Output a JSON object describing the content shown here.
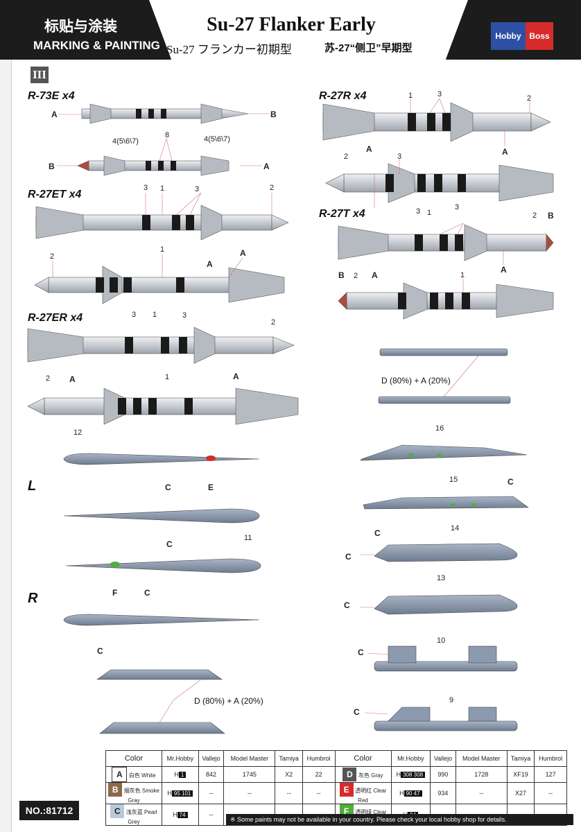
{
  "header": {
    "cn_title": "标贴与涂装",
    "en_title": "MARKING & PAINTING",
    "main_title": "Su-27 Flanker Early",
    "jp_subtitle": "Su-27 フランカー初期型",
    "cn_subtitle": "苏-27“侧卫”早期型",
    "logo_hobby": "Hobby",
    "logo_boss": "Boss"
  },
  "step": "III",
  "sections": {
    "r73e": "R-73E x4",
    "r27r": "R-27R x4",
    "r27et": "R-27ET x4",
    "r27t": "R-27T x4",
    "r27er": "R-27ER x4"
  },
  "sides": {
    "left": "L",
    "right": "R"
  },
  "mix_note": "D (80%) + A (20%)",
  "callouts": {
    "a": "A",
    "b": "B",
    "c": "C",
    "e": "E",
    "f": "F",
    "n1": "1",
    "n2": "2",
    "n3": "3",
    "n8": "8",
    "n45_67": "4(5\\6\\7)",
    "n9": "9",
    "n10": "10",
    "n11": "11",
    "n12": "12",
    "n13": "13",
    "n14": "14",
    "n15": "15",
    "n16": "16"
  },
  "table": {
    "headers": [
      "Color",
      "Mr.Hobby",
      "Vallejo",
      "Model Master",
      "Tamiya",
      "Humbrol"
    ],
    "rows_left": [
      {
        "letter": "A",
        "cn": "白色",
        "en": "White",
        "hobby_code": "1",
        "vallejo": "842",
        "model_master": "1745",
        "tamiya": "X2",
        "humbrol": "22",
        "swatch": "#ffffff"
      },
      {
        "letter": "B",
        "cn": "烟灰色",
        "en": "Smoke Gray",
        "hobby_code": "95 101",
        "vallejo": "--",
        "model_master": "--",
        "tamiya": "--",
        "humbrol": "--",
        "swatch": "#8b6a4a"
      },
      {
        "letter": "C",
        "cn": "浅灰蓝",
        "en": "Pearl Grey",
        "hobby_code": "74",
        "vallejo": "--",
        "model_master": "--",
        "tamiya": "--",
        "humbrol": "--",
        "swatch": "#b9c9d9"
      }
    ],
    "rows_right": [
      {
        "letter": "D",
        "cn": "灰色",
        "en": "Gray",
        "hobby_code": "308 308",
        "vallejo": "990",
        "model_master": "1728",
        "tamiya": "XF19",
        "humbrol": "127",
        "swatch": "#555555"
      },
      {
        "letter": "E",
        "cn": "透明红",
        "en": "Clear Red",
        "hobby_code": "90 47",
        "vallejo": "934",
        "model_master": "--",
        "tamiya": "X27",
        "humbrol": "--",
        "swatch": "#d62b2b"
      },
      {
        "letter": "F",
        "cn": "透明绿",
        "en": "Clear Green",
        "hobby_code": "94",
        "vallejo": "--",
        "model_master": "--",
        "tamiya": "--",
        "humbrol": "--",
        "swatch": "#4caf3a"
      }
    ]
  },
  "footer": {
    "number": "NO.:81712",
    "note": "※ Some paints may not be available in your country. Please check your local hobby shop for details."
  },
  "colors": {
    "missile": "#c8ccd2",
    "pod": "#8c9ab0",
    "band": "#1a1a1a",
    "accent_red": "#d62b2b",
    "accent_green": "#4caf3a"
  }
}
